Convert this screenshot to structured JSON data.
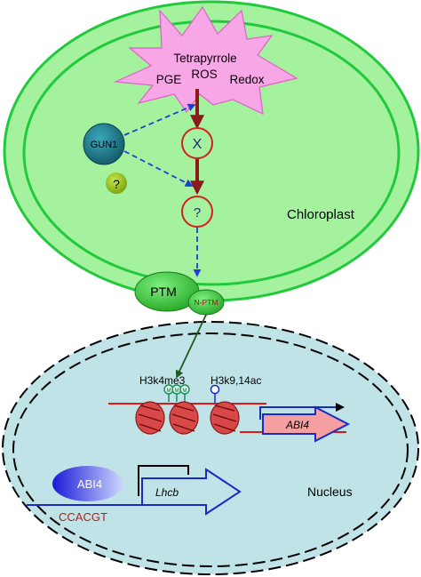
{
  "colors": {
    "chloroplast_fill": "#a4f29e",
    "chloroplast_stroke": "#22c93c",
    "star_fill": "#f7a6e6",
    "signal_arrow": "#8b1a1a",
    "circle_stroke": "#d42020",
    "dashed_arrow": "#1b3fd8",
    "gun1_fill": "#1e7a8c",
    "question_blob_fill": "#9ac21a",
    "ptm_fill": "#3fd03f",
    "nucleus_fill": "#bfe3e6",
    "nucleosome_fill": "#d84848",
    "dna_line": "#e01818",
    "gene_arrow_fill": "#f4a0a0",
    "gene_arrow_stroke": "#1a2ac8",
    "abi4_protein_fill": "#2a2ae8",
    "promoter_text": "#b02020"
  },
  "signals": {
    "tetrapyrrole": "Tetrapyrrole",
    "ros": "ROS",
    "pge": "PGE",
    "redox": "Redox"
  },
  "nodes": {
    "gun1": "GUN1",
    "unknown_factor": "?",
    "x": "X",
    "unknown_signal": "?"
  },
  "compartments": {
    "chloroplast": "Chloroplast",
    "nucleus": "Nucleus"
  },
  "ptm": {
    "ptm": "PTM",
    "n_ptm": "N-PTM"
  },
  "histone_marks": {
    "h3k4me3": "H3k4me3",
    "h3k9_14ac": "H3k9,14ac",
    "methyl_symbol": "M"
  },
  "genes": {
    "abi4_gene": "ABI4",
    "abi4_protein": "ABI4",
    "promoter": "CCACGT",
    "lhcb": "Lhcb"
  }
}
